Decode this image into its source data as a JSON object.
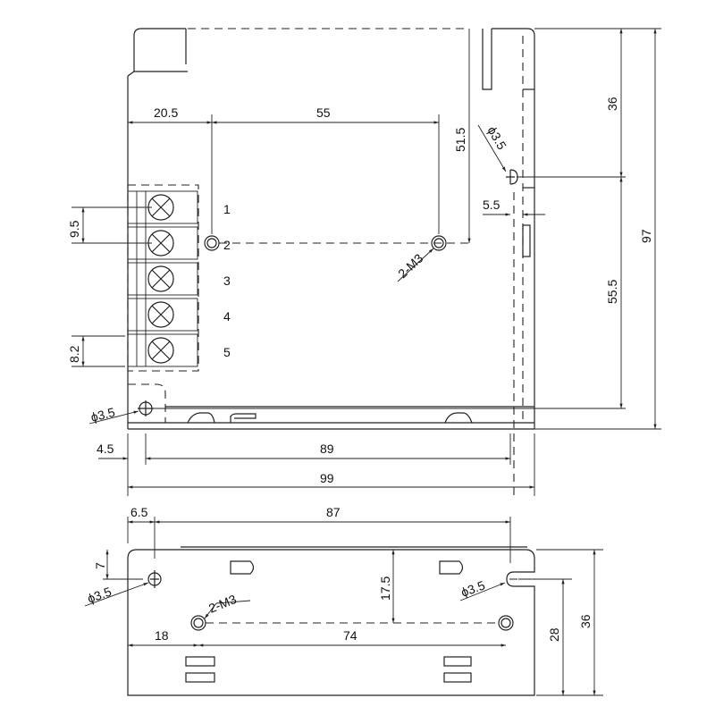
{
  "top_view": {
    "dim_20_5": "20.5",
    "dim_55": "55",
    "dim_51_5": "51.5",
    "dim_phi_right": "ϕ3.5",
    "dim_5_5": "5.5",
    "dim_36": "36",
    "dim_55_5": "55.5",
    "dim_97": "97",
    "dim_9_5": "9.5",
    "dim_8_2": "8.2",
    "dim_phi_left": "ϕ3.5",
    "dim_4_5": "4.5",
    "dim_89": "89",
    "dim_99": "99",
    "m3_label": "2-M3",
    "terminals": [
      "1",
      "2",
      "3",
      "4",
      "5"
    ]
  },
  "side_view": {
    "dim_6_5": "6.5",
    "dim_87": "87",
    "dim_7": "7",
    "dim_phi_left": "ϕ3.5",
    "dim_phi_right": "ϕ3.5",
    "m3_label": "2-M3",
    "dim_17_5": "17.5",
    "dim_18": "18",
    "dim_74": "74",
    "dim_28": "28",
    "dim_36": "36"
  }
}
